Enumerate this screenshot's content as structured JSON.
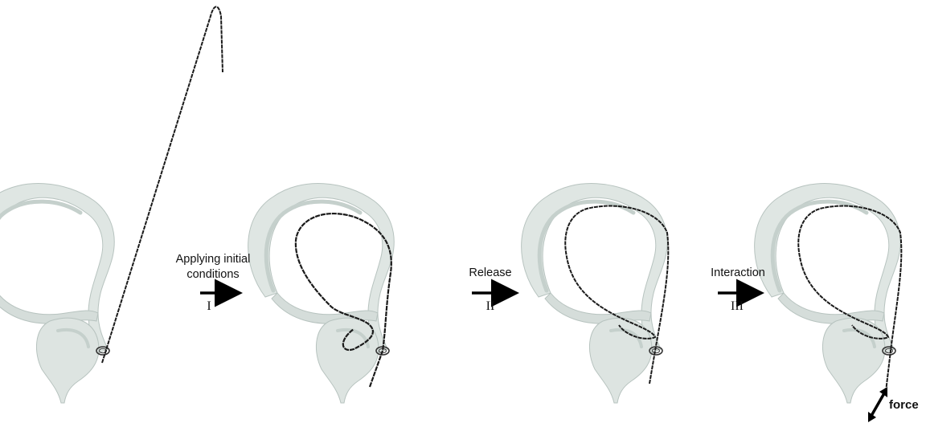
{
  "steps": [
    {
      "label_line1": "Applying initial",
      "label_line2": "conditions",
      "numeral": "I"
    },
    {
      "label_line1": "Release",
      "label_line2": "",
      "numeral": "II"
    },
    {
      "label_line1": "Interaction",
      "label_line2": "",
      "numeral": "III"
    }
  ],
  "force_label": "force",
  "colors": {
    "vessel": "#dfe6e3",
    "vessel_edge": "#b7c3bf",
    "vessel_shadow": "#c5d0cc",
    "wire": "#1a1a1a",
    "arrow": "#000000"
  },
  "panels": [
    {
      "name": "initial-state"
    },
    {
      "name": "after-initial-conditions"
    },
    {
      "name": "after-release"
    },
    {
      "name": "after-interaction"
    }
  ]
}
